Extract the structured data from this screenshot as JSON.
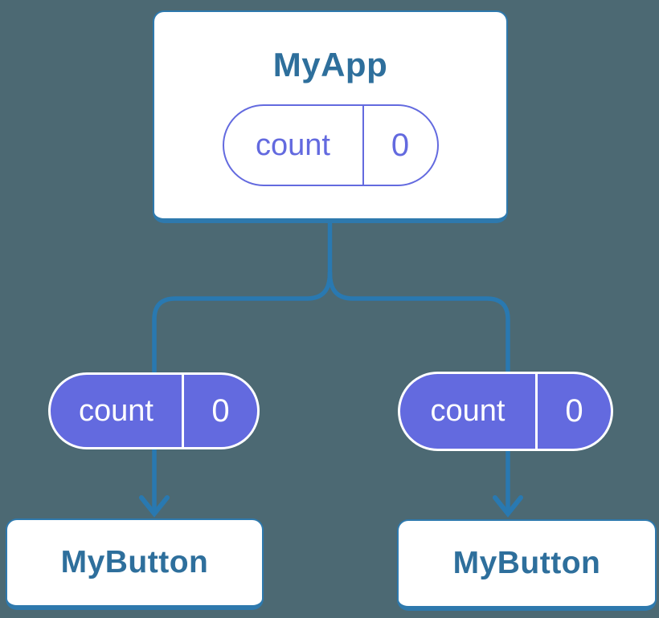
{
  "colors": {
    "background": "#4C6973",
    "connector_blue": "#2979B1",
    "node_border_blue": "#2E79AD",
    "node_text_blue": "#2E6F9C",
    "state_purple": "#636ADF",
    "node_fill": "#ffffff"
  },
  "root": {
    "title": "MyApp",
    "state_name": "count",
    "state_value": "0"
  },
  "children": [
    {
      "label": "MyButton",
      "prop_name": "count",
      "prop_value": "0"
    },
    {
      "label": "MyButton",
      "prop_name": "count",
      "prop_value": "0"
    }
  ]
}
